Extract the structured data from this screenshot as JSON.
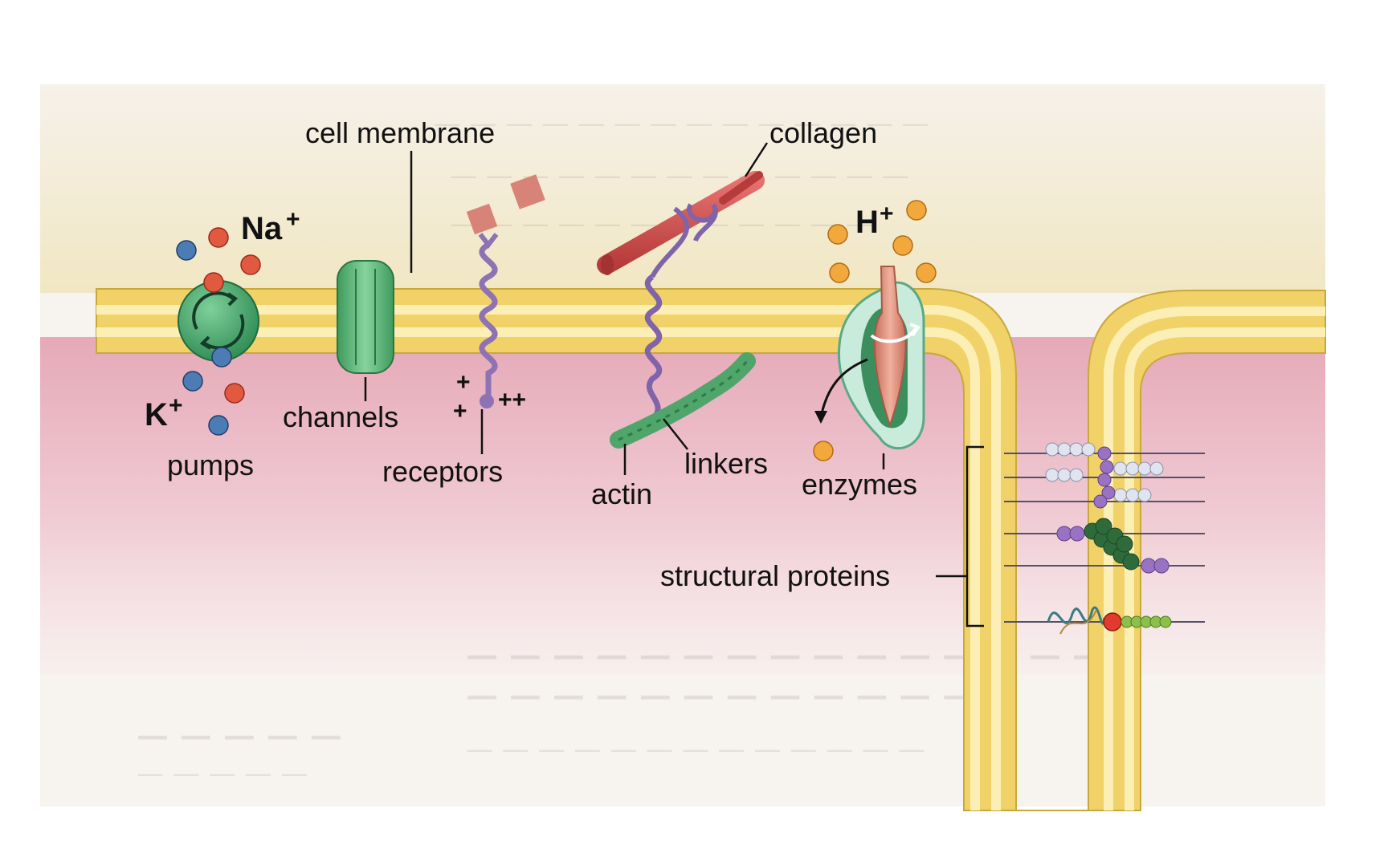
{
  "labels": {
    "cell_membrane": "cell membrane",
    "collagen": "collagen",
    "na": "Na",
    "k": "K",
    "h": "H",
    "plus": "+",
    "pumps": "pumps",
    "channels": "channels",
    "receptors": "receptors",
    "actin": "actin",
    "linkers": "linkers",
    "enzymes": "enzymes",
    "structural_proteins": "structural proteins"
  },
  "receptor_charges": [
    "+",
    "++",
    "+"
  ],
  "colors": {
    "membrane_yellow": "#f3d66a",
    "cytoplasm_pink": "#eab8c4",
    "pump_green": "#3fa46a",
    "channel_green": "#5cbb7c",
    "receptor_purple": "#8d72b4",
    "collagen_red": "#d0514f",
    "actin_green": "#4fa56a",
    "enzyme_salmon": "#e4907e",
    "sodium_ion": "#e1593f",
    "potassium_ion": "#4d7cb5",
    "hydrogen_ion": "#f2a83c"
  }
}
